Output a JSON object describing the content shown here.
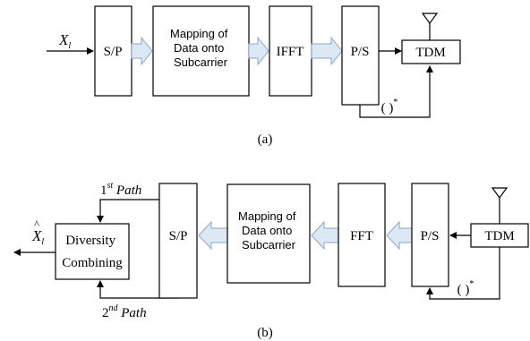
{
  "diagram_a": {
    "input": {
      "base": "X",
      "sub": "l"
    },
    "sp": "S/P",
    "mapping": [
      "Mapping of",
      "Data onto",
      "Subcarrier"
    ],
    "ifft": "IFFT",
    "ps": "P/S",
    "tdm": "TDM",
    "conj": "( )",
    "conj_sup": "*",
    "caption": "(a)"
  },
  "diagram_b": {
    "output": {
      "base": "X",
      "sub": "l"
    },
    "diversity": [
      "Diversity",
      "Combining"
    ],
    "path1": {
      "num": "1",
      "sup": "st",
      "text": " Path"
    },
    "path2": {
      "num": "2",
      "sup": "nd",
      "text": " Path"
    },
    "sp": "S/P",
    "mapping": [
      "Mapping of",
      "Data onto",
      "Subcarrier"
    ],
    "fft": "FFT",
    "ps": "P/S",
    "tdm": "TDM",
    "conj": "( )",
    "conj_sup": "*",
    "caption": "(b)"
  }
}
